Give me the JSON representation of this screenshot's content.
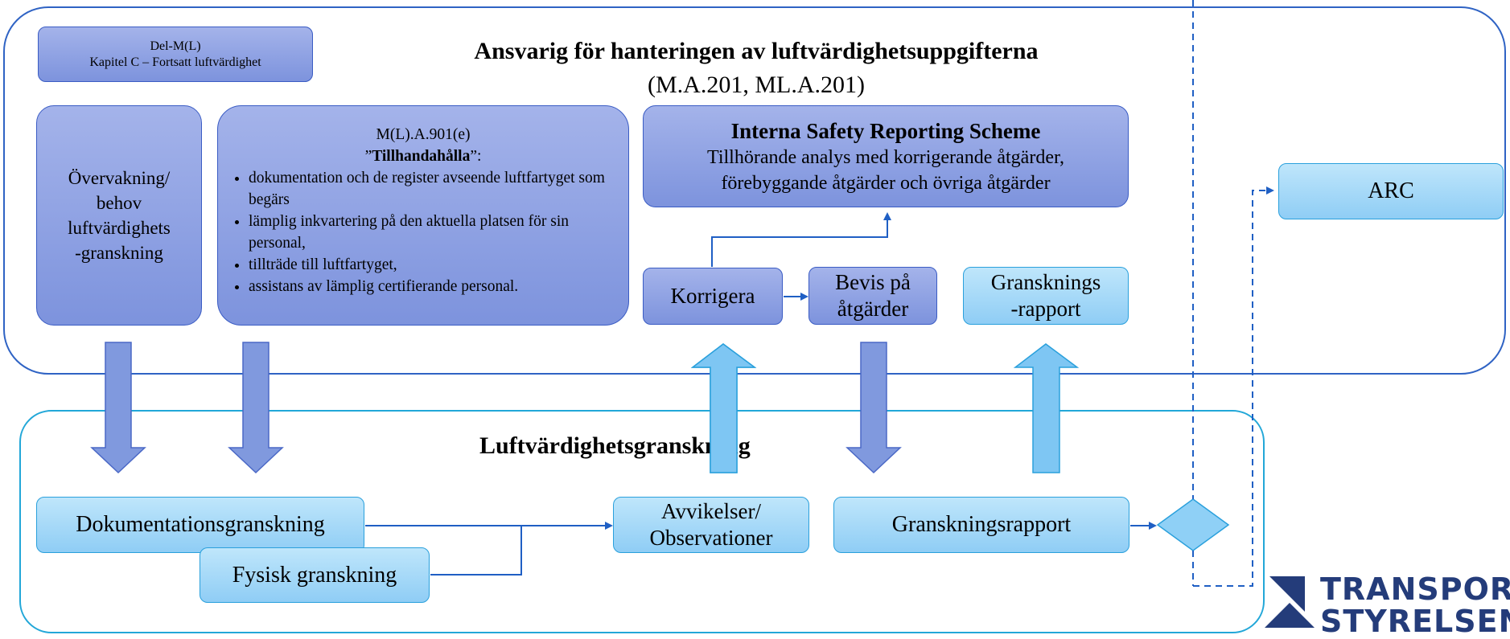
{
  "top_title": "Ansvarig för hanteringen av luftvärdighetsuppgifterna",
  "top_subtitle": "(M.A.201, ML.A.201)",
  "delm_line1": "Del-M(L)",
  "delm_line2": "Kapitel C – Fortsatt luftvärdighet",
  "overvakning_lines": [
    "Övervakning/",
    "behov",
    "luftvärdighets",
    "-granskning"
  ],
  "ma901_ref": "M(L).A.901(e)",
  "ma901_quote_open": "”",
  "ma901_keyword": "Tillhandahålla",
  "ma901_quote_close": "”:",
  "ma901_items": [
    "dokumentation och de register avseende luftfartyget som begärs",
    "lämplig inkvartering på den aktuella platsen för sin personal,",
    "tillträde till luftfartyget,",
    "assistans av lämplig certifierande personal."
  ],
  "isrs_title": "Interna Safety Reporting Scheme",
  "isrs_line1": "Tillhörande analys med korrigerande åtgärder,",
  "isrs_line2": "förebyggande åtgärder och övriga åtgärder",
  "korrigera": "Korrigera",
  "bevis_line1": "Bevis på",
  "bevis_line2": "åtgärder",
  "granskningsrapport_top_line1": "Gransknings",
  "granskningsrapport_top_line2": "-rapport",
  "arc": "ARC",
  "bottom_title": "Luftvärdighetsgranskning",
  "dokumentationsgranskning": "Dokumentationsgranskning",
  "fysisk_granskning": "Fysisk granskning",
  "avvikelser_line1": "Avvikelser/",
  "avvikelser_line2": "Observationer",
  "granskningsrapport_bottom": "Granskningsrapport",
  "logo_line1": "TRANSPORT",
  "logo_line2": "STYRELSEN",
  "colors": {
    "dark_box": "#8fa2e3",
    "light_box": "#a6daf8",
    "top_border": "#2f63c4",
    "bottom_border": "#22a7d8",
    "logo": "#243c7a"
  }
}
